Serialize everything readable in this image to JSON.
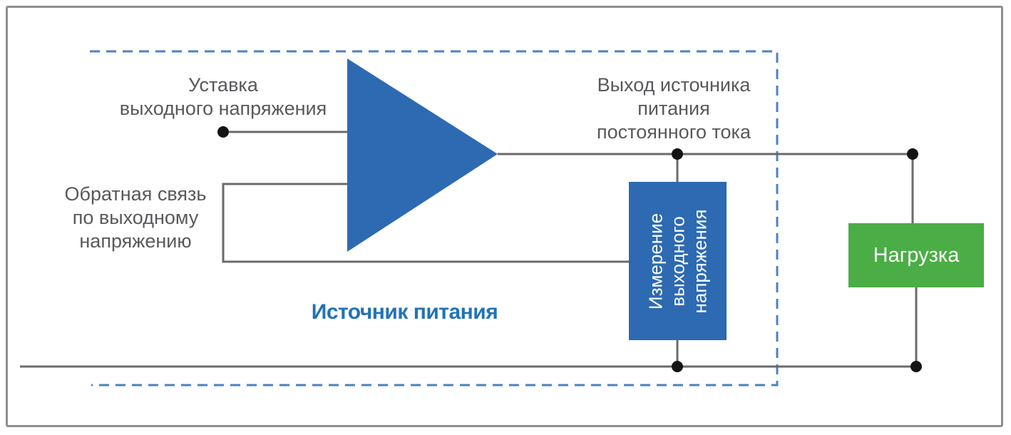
{
  "diagram": {
    "title_hint": "DC power supply with output voltage feedback block diagram",
    "labels": {
      "setpoint": "Уставка\nвыходного напряжения",
      "feedback": "Обратная связь\nпо выходному\nнапряжению",
      "output": "Выход источника\nпитания\nпостоянного тока",
      "source": "Источник питания"
    },
    "boxes": {
      "measurement": "Измерение\nвыходного\nнапряжения",
      "load": "Нагрузка"
    },
    "colors": {
      "amplifier_blue": "#2d6ab2",
      "measurement_blue": "#2d6ab2",
      "load_green": "#4bad45",
      "source_label_blue": "#2173b7",
      "dashed_boundary_blue": "#4d80c3",
      "wire_gray": "#6a6a6a",
      "junction_black": "#141414",
      "label_gray": "#58595c",
      "frame_gray": "#8f8f8f"
    }
  }
}
